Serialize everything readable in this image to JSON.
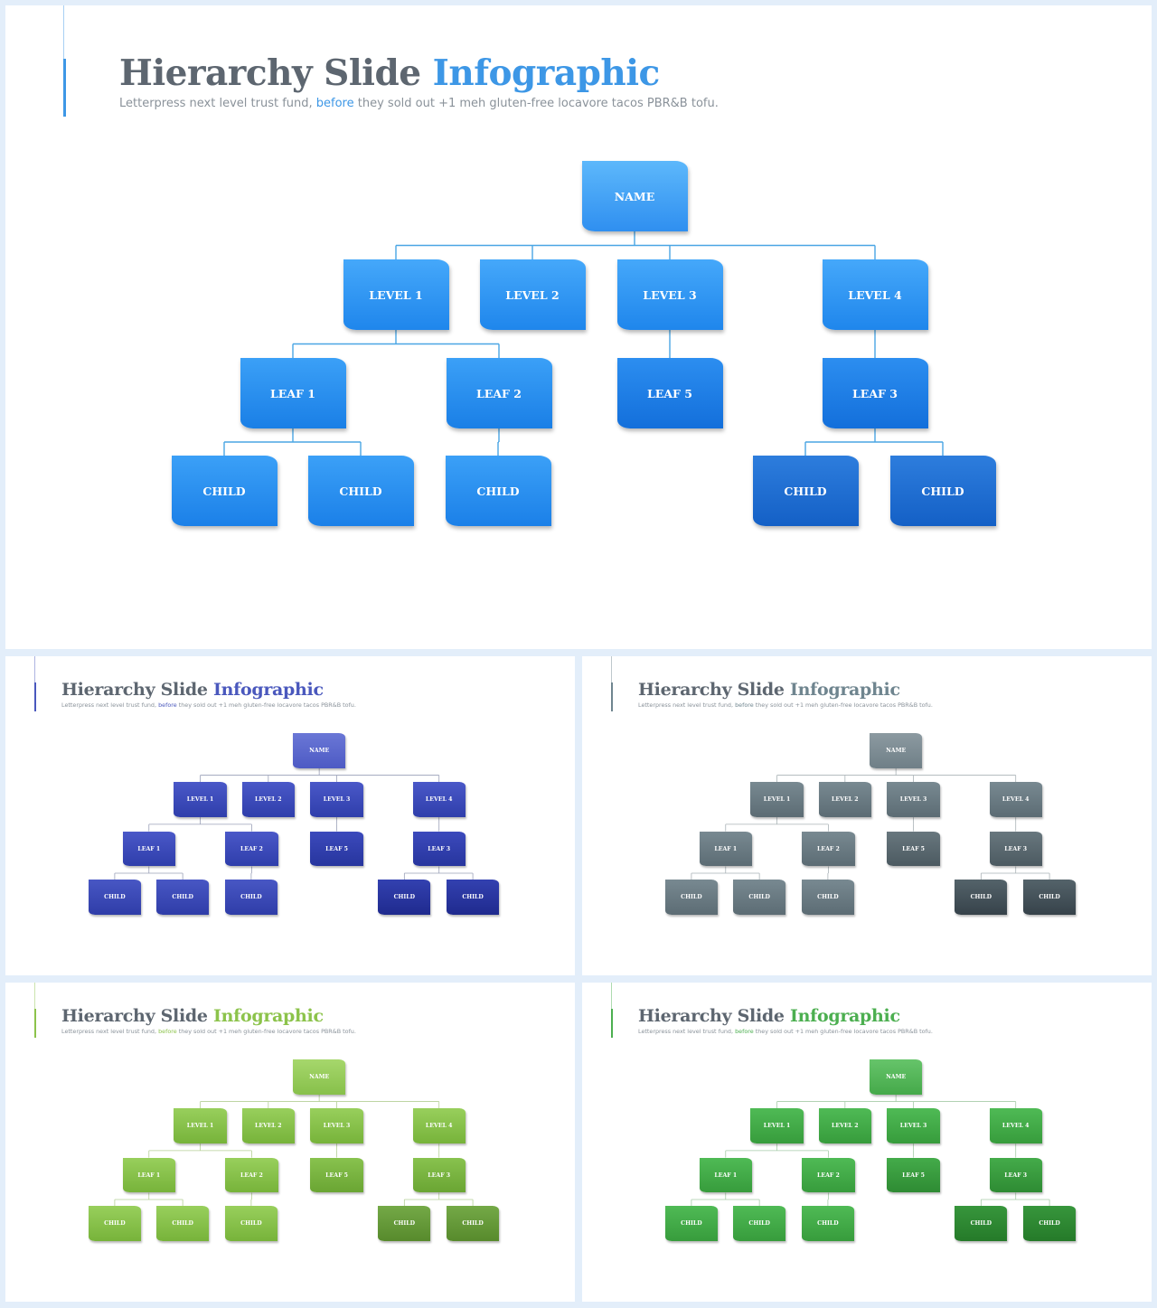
{
  "title_main": "Hierarchy Slide",
  "title_accent": "Infographic",
  "subtitle": {
    "before": "Letterpress next level trust fund,",
    "highlight": "before",
    "after": "they sold out +1 meh gluten-free locavore tacos PBR&B tofu."
  },
  "hierarchy": {
    "root": "NAME",
    "levels": [
      "LEVEL 1",
      "LEVEL 2",
      "LEVEL 3",
      "LEVEL 4"
    ],
    "leaves": [
      {
        "label": "LEAF 1",
        "parent": "LEVEL 1"
      },
      {
        "label": "LEAF 2",
        "parent": "LEVEL 1"
      },
      {
        "label": "LEAF 5",
        "parent": "LEVEL 3"
      },
      {
        "label": "LEAF 3",
        "parent": "LEVEL 4"
      }
    ],
    "children": [
      {
        "label": "CHILD",
        "parent": "LEAF 1"
      },
      {
        "label": "CHILD",
        "parent": "LEAF 1"
      },
      {
        "label": "CHILD",
        "parent": "LEAF 2"
      },
      {
        "label": "CHILD",
        "parent": "LEAF 3"
      },
      {
        "label": "CHILD",
        "parent": "LEAF 3"
      }
    ]
  },
  "slides": [
    {
      "name": "slide-blue",
      "accent": "#3d97e6",
      "line": "#4aa6e4",
      "fills": {
        "root": [
          "#5db8fb",
          "#2f8ff0"
        ],
        "level": [
          "#45a8fa",
          "#1f86ec"
        ],
        "leaf": [
          "#3ba0f7",
          "#1a7fe6"
        ],
        "child": [
          "#3ba0f7",
          "#1b80e8"
        ],
        "leafDark": [
          "#2c8ef0",
          "#136fdb"
        ],
        "childDark": [
          "#2d7ddd",
          "#1460c6"
        ]
      }
    },
    {
      "name": "slide-indigo",
      "accent": "#4a58bd",
      "line": "#9aa0b8",
      "fills": {
        "root": [
          "#6a77d6",
          "#4d5ac4"
        ],
        "level": [
          "#4a58c8",
          "#2f3eab"
        ],
        "leaf": [
          "#4a58c8",
          "#2f3eab"
        ],
        "child": [
          "#4857c4",
          "#2f3da8"
        ],
        "leafDark": [
          "#3c4abc",
          "#27359e"
        ],
        "childDark": [
          "#3341b0",
          "#1f2a8e"
        ]
      }
    },
    {
      "name": "slide-slate",
      "accent": "#6f858f",
      "line": "#a9b2b6",
      "fills": {
        "root": [
          "#8c9aa1",
          "#6f7f87"
        ],
        "level": [
          "#788991",
          "#5c6c74"
        ],
        "leaf": [
          "#788991",
          "#5c6c74"
        ],
        "child": [
          "#788991",
          "#5c6c74"
        ],
        "leafDark": [
          "#68777e",
          "#4c5a61"
        ],
        "childDark": [
          "#54636a",
          "#36424a"
        ]
      }
    },
    {
      "name": "slide-lime",
      "accent": "#8cc34b",
      "line": "#b4cf96",
      "fills": {
        "root": [
          "#a6d76c",
          "#87c04a"
        ],
        "level": [
          "#98cf5c",
          "#77b33a"
        ],
        "leaf": [
          "#98cf5c",
          "#77b33a"
        ],
        "child": [
          "#98cf5c",
          "#77b33a"
        ],
        "leafDark": [
          "#88c24e",
          "#6aa533"
        ],
        "childDark": [
          "#74a947",
          "#578a2c"
        ]
      }
    },
    {
      "name": "slide-green",
      "accent": "#4caf50",
      "line": "#a6cba8",
      "fills": {
        "root": [
          "#66c46a",
          "#45a94a"
        ],
        "level": [
          "#4fba55",
          "#379c3c"
        ],
        "leaf": [
          "#4fba55",
          "#379c3c"
        ],
        "child": [
          "#4fba55",
          "#379c3c"
        ],
        "leafDark": [
          "#44ab4a",
          "#2e8b33"
        ],
        "childDark": [
          "#37963c",
          "#257a29"
        ]
      }
    }
  ]
}
